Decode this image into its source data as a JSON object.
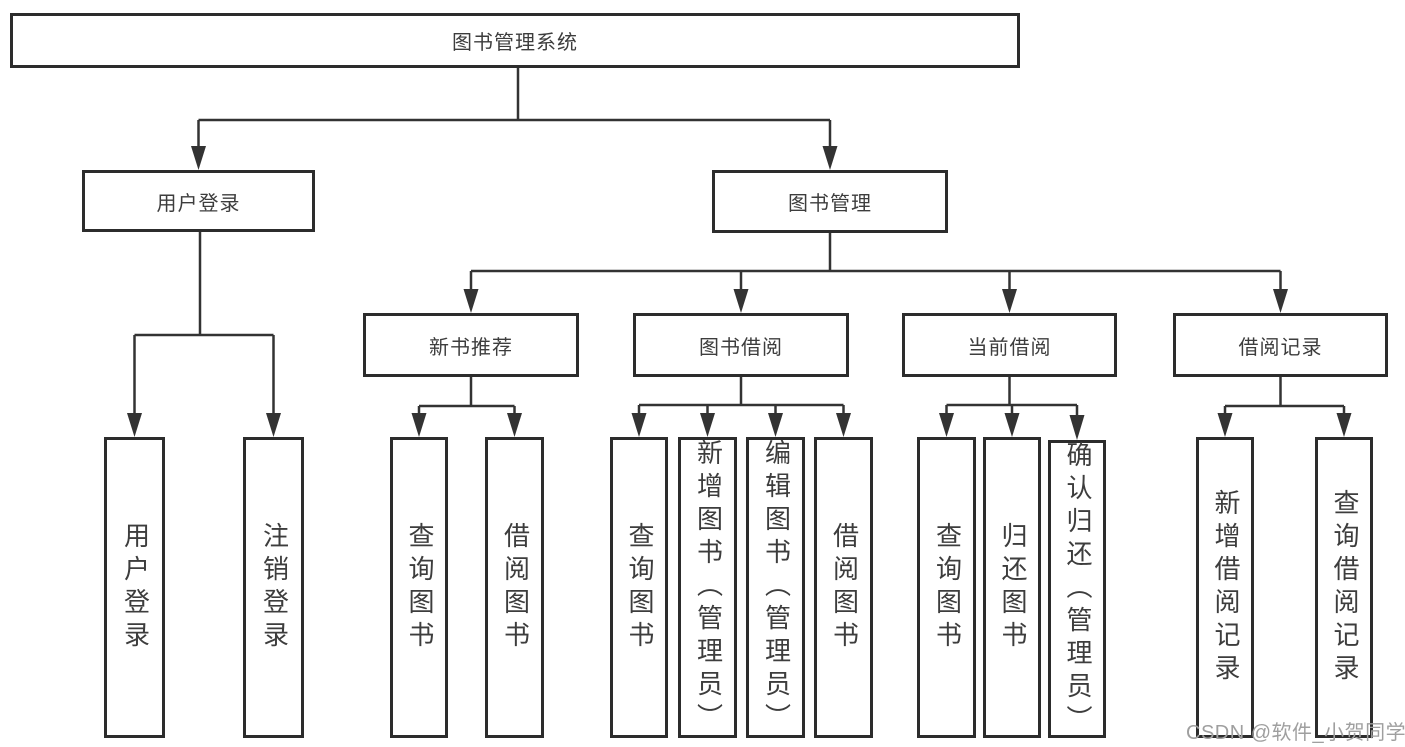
{
  "diagram": {
    "root": "图书管理系统",
    "level2": {
      "user_login": "用户登录",
      "book_management": "图书管理"
    },
    "level3": {
      "new_book_recommend": "新书推荐",
      "book_borrowing": "图书借阅",
      "current_borrowing": "当前借阅",
      "borrowing_records": "借阅记录"
    },
    "leaves": {
      "user_login": [
        "用户登录",
        "注销登录"
      ],
      "new_book_recommend": [
        "查询图书",
        "借阅图书"
      ],
      "book_borrowing": [
        "查询图书",
        "新增图书（管理员）",
        "编辑图书（管理员）",
        "借阅图书"
      ],
      "current_borrowing": [
        "查询图书",
        "归还图书",
        "确认归还（管理员）"
      ],
      "borrowing_records": [
        "新增借阅记录",
        "查询借阅记录"
      ]
    },
    "colors": {
      "line": "#333333",
      "box_border": "#2c2c2c",
      "text": "#3d3d3d",
      "background": "#ffffff"
    }
  },
  "watermark": {
    "text": "CSDN @软件_小贺同学",
    "color": "#9f9f9f"
  }
}
